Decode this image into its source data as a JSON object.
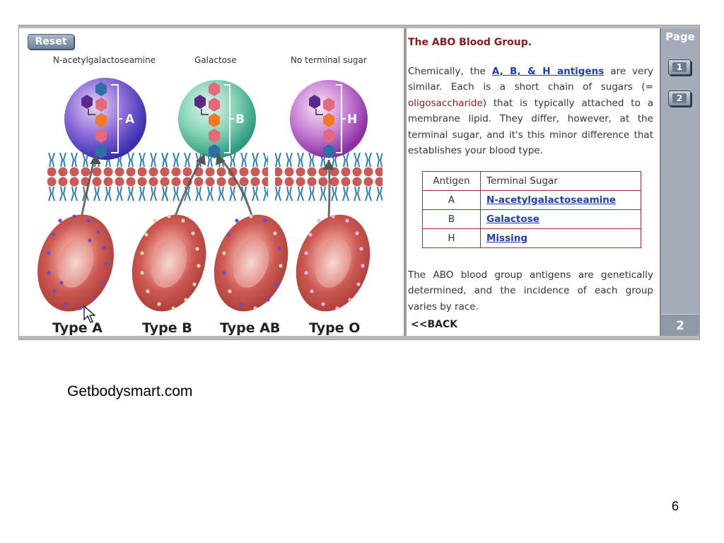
{
  "left": {
    "reset_label": "Reset",
    "sugar_labels": [
      "N-acetylgalactoseamine",
      "Galactose",
      "No terminal sugar"
    ],
    "antigen_letters": [
      "A",
      "B",
      "H"
    ],
    "type_labels": [
      "Type A",
      "Type B",
      "Type AB",
      "Type O"
    ]
  },
  "right": {
    "title": "The ABO Blood Group.",
    "para1": {
      "pre": "Chemically, the ",
      "link": "A, B, & H antigens",
      "mid": " are very similar. Each is a short chain of sugars (= ",
      "red": "oligosaccharide",
      "post": ") that is typically attached to a membrane lipid. They differ, however, at the terminal sugar, and it's this minor difference that establishes your blood type."
    },
    "table": {
      "headers": [
        "Antigen",
        "Terminal Sugar"
      ],
      "rows": [
        {
          "antigen": "A",
          "sugar": "N-acetylgalactoseamine"
        },
        {
          "antigen": "B",
          "sugar": "Galactose"
        },
        {
          "antigen": "H",
          "sugar": "Missing"
        }
      ]
    },
    "para2": "The ABO blood group antigens are genetically determined, and the incidence of each group varies by race.",
    "back_label": "<<BACK"
  },
  "pages": {
    "title": "Page",
    "buttons": [
      "1",
      "2"
    ],
    "current": "2"
  },
  "credit": "Getbodysmart.com",
  "slide_number": "6",
  "colors": {
    "title_red": "#8b1a1a",
    "link_blue": "#1f3fb0",
    "panel_gray": "#a3acb8",
    "cell_red": "#c04a46"
  },
  "icons": [
    "mouse-pointer-icon"
  ]
}
